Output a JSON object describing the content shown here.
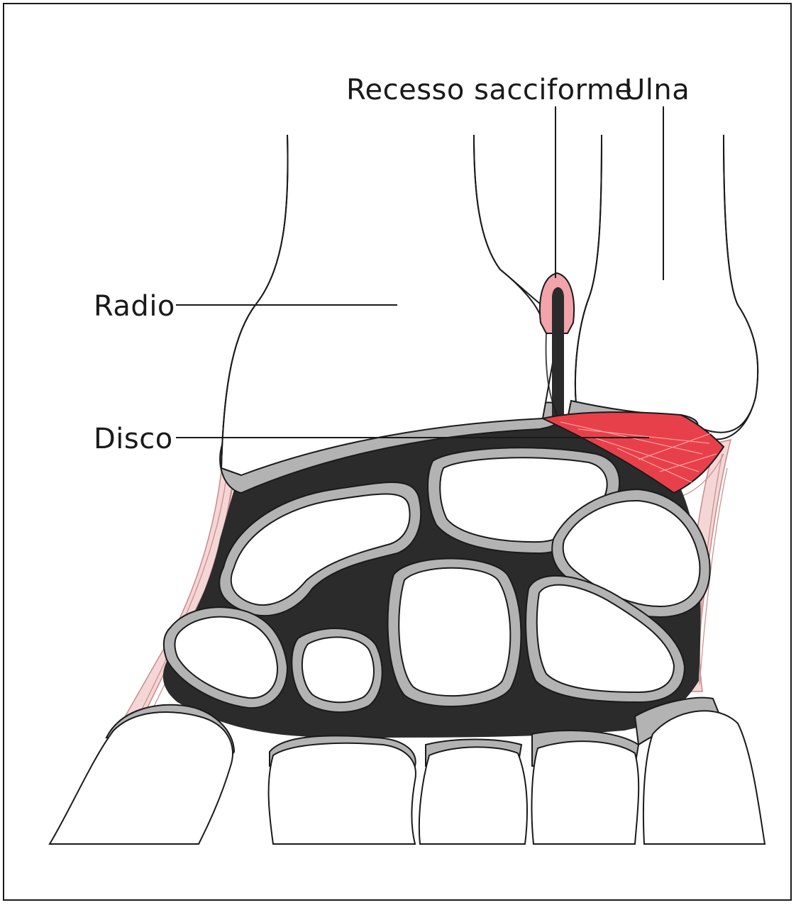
{
  "labels": {
    "recess": "Recesso sacciforme",
    "ulna": "Ulna",
    "radius": "Radio",
    "disc": "Disco"
  },
  "colors": {
    "background": "#ffffff",
    "frame": "#1a1a1a",
    "cartilage": "#b3b3b3",
    "joint_cavity": "#2b2b2b",
    "articular_disc": "#e8404a",
    "ligament": "#f4d6d6"
  }
}
